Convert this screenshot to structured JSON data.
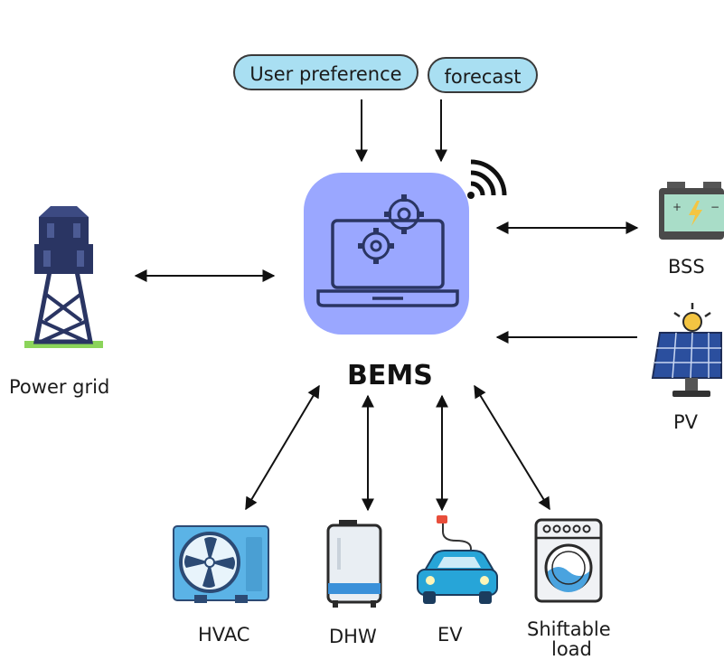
{
  "diagram": {
    "center": {
      "label": "BEMS",
      "icon": "laptop-gears-icon"
    },
    "inputs": [
      {
        "label": "User preference"
      },
      {
        "label": "forecast"
      }
    ],
    "nodes": {
      "power_grid": {
        "label": "Power grid",
        "icon": "transmission-tower-icon",
        "link": "bidirectional"
      },
      "bss": {
        "label": "BSS",
        "icon": "battery-icon",
        "link": "bidirectional"
      },
      "pv": {
        "label": "PV",
        "icon": "solar-panel-icon",
        "link": "to-center"
      },
      "hvac": {
        "label": "HVAC",
        "icon": "hvac-fan-icon",
        "link": "bidirectional"
      },
      "dhw": {
        "label": "DHW",
        "icon": "water-heater-icon",
        "link": "bidirectional"
      },
      "ev": {
        "label": "EV",
        "icon": "electric-car-icon",
        "link": "bidirectional"
      },
      "shiftable": {
        "label_line1": "Shiftable",
        "label_line2": "load",
        "icon": "washing-machine-icon",
        "link": "bidirectional"
      }
    },
    "colors": {
      "center_bg": "#9aa7ff",
      "pill_bg": "#a9dff2",
      "icon_dark": "#2a3563",
      "battery_green": "#a9ddc8",
      "accent_yellow": "#f4c542"
    }
  }
}
